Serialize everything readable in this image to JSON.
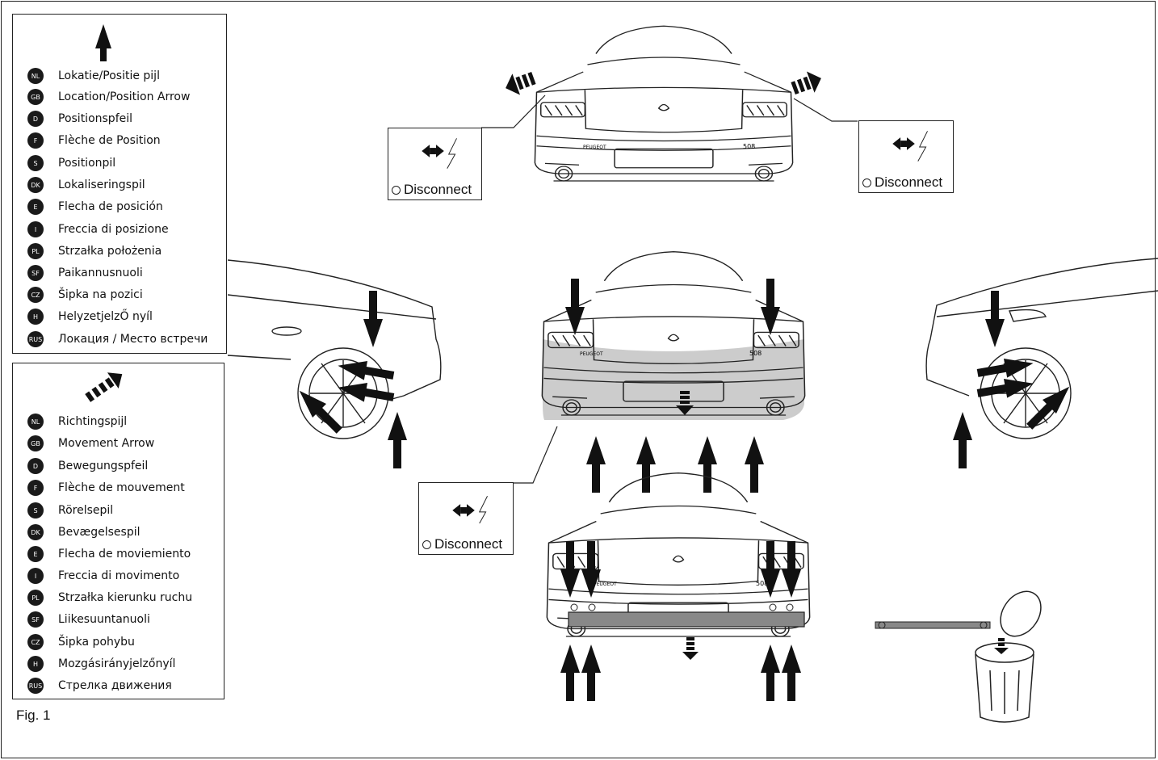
{
  "figure_caption": "Fig. 1",
  "callout_label": "Disconnect",
  "badge_text": "PEUGEOT",
  "model_text": "508",
  "legend_position": {
    "items": [
      {
        "code": "NL",
        "label": "Lokatie/Positie pijl"
      },
      {
        "code": "GB",
        "label": "Location/Position Arrow"
      },
      {
        "code": "D",
        "label": "Positionspfeil"
      },
      {
        "code": "F",
        "label": "Flèche de Position"
      },
      {
        "code": "S",
        "label": "Positionpil"
      },
      {
        "code": "DK",
        "label": "Lokaliseringspil"
      },
      {
        "code": "E",
        "label": "Flecha de posición"
      },
      {
        "code": "I",
        "label": "Freccia di posizione"
      },
      {
        "code": "PL",
        "label": "Strzałka położenia"
      },
      {
        "code": "SF",
        "label": "Paikannusnuoli"
      },
      {
        "code": "CZ",
        "label": "Šipka na pozici"
      },
      {
        "code": "H",
        "label": "HelyzetjelzŐ nyíl"
      },
      {
        "code": "RUS",
        "label": "Локация / Место встречи"
      }
    ]
  },
  "legend_movement": {
    "items": [
      {
        "code": "NL",
        "label": "Richtingspijl"
      },
      {
        "code": "GB",
        "label": "Movement Arrow"
      },
      {
        "code": "D",
        "label": "Bewegungspfeil"
      },
      {
        "code": "F",
        "label": "Flèche de mouvement"
      },
      {
        "code": "S",
        "label": "Rörelsepil"
      },
      {
        "code": "DK",
        "label": "Bevægelsespil"
      },
      {
        "code": "E",
        "label": "Flecha de moviemiento"
      },
      {
        "code": "I",
        "label": "Freccia di movimento"
      },
      {
        "code": "PL",
        "label": "Strzałka kierunku ruchu"
      },
      {
        "code": "SF",
        "label": "Liikesuuntanuoli"
      },
      {
        "code": "CZ",
        "label": "Šipka pohybu"
      },
      {
        "code": "H",
        "label": "Mozgásirányjelzőnyíl"
      },
      {
        "code": "RUS",
        "label": "Стрелка движения"
      }
    ]
  }
}
